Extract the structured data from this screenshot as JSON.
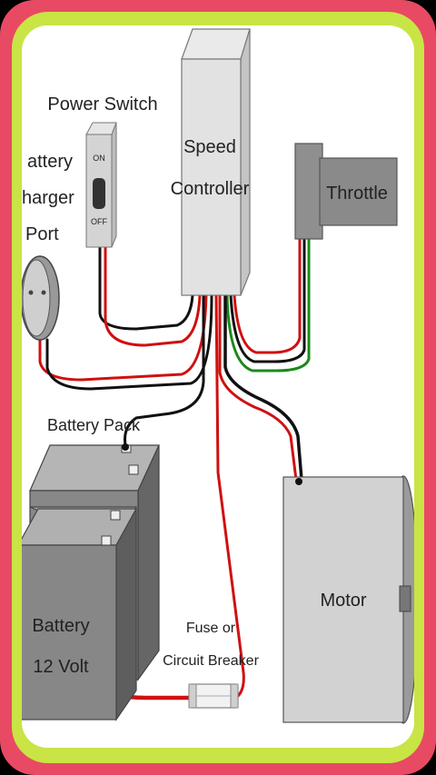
{
  "labels": {
    "power_switch": "Power Switch",
    "switch_on": "ON",
    "switch_off": "OFF",
    "speed_line1": "Speed",
    "speed_line2": "Controller",
    "charger_line1": "attery",
    "charger_line2": "harger",
    "charger_line3": "Port",
    "throttle": "Throttle",
    "battery_pack": "Battery Pack",
    "battery_line1": "Battery",
    "battery_line2": "12 Volt",
    "fuse_line1": "Fuse or",
    "fuse_line2": "Circuit Breaker",
    "motor": "Motor"
  },
  "colors": {
    "frame_outer": "#e84a63",
    "frame_inner": "#c9e445",
    "wire_red": "#d01010",
    "wire_black": "#111111",
    "wire_green": "#1a8a1a",
    "component_gray": "#8f8f8f",
    "motor_gray": "#d2d2d2"
  }
}
